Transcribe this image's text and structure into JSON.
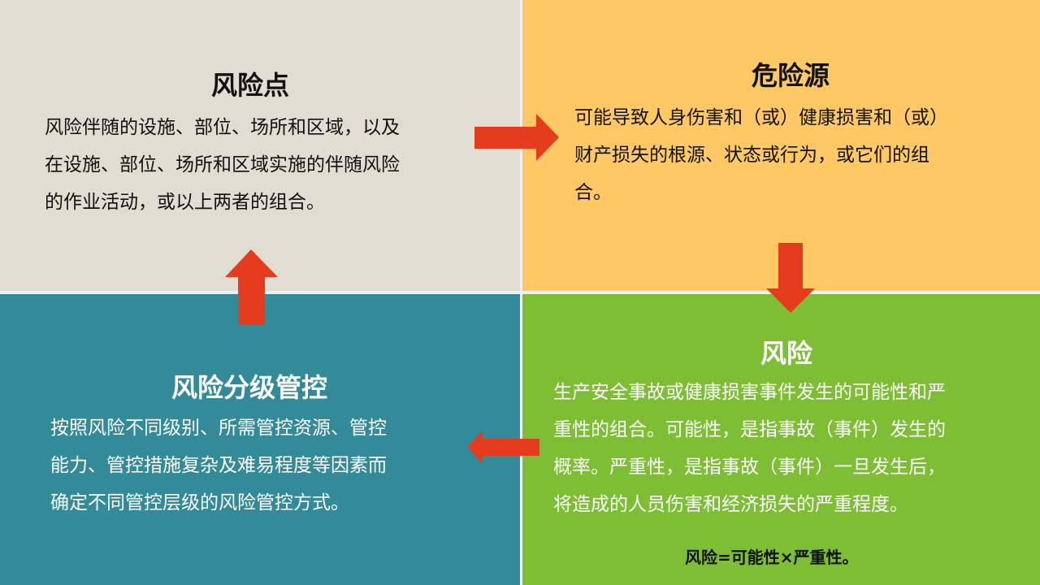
{
  "colors": {
    "risk_point_bg": "#E2DDD3",
    "hazard_source_bg": "#FEC965",
    "risk_control_bg": "#338A99",
    "risk_bg": "#7DBE35",
    "arrow": "#E63C1E",
    "gap": "#F0F0F0"
  },
  "quadrants": {
    "risk_point": {
      "title": "风险点",
      "lines": [
        "风险伴随的设施、部位、场所和区域，以及",
        "在设施、部位、场所和区域实施的伴随风险",
        "的作业活动，或以上两者的组合。"
      ]
    },
    "hazard_source": {
      "title": "危险源",
      "lines": [
        "可能导致人身伤害和（或）健康损害和（或）",
        "财产损失的根源、状态或行为，或它们的组",
        "合。"
      ]
    },
    "risk": {
      "title": "风险",
      "lines": [
        "生产安全事故或健康损害事件发生的可能性和严",
        "重性的组合。可能性，是指事故（事件）发生的",
        "概率。严重性，是指事故（事件）一旦发生后，",
        "将造成的人员伤害和经济损失的严重程度。"
      ],
      "formula": "风险=可能性×严重性。"
    },
    "risk_control": {
      "title": "风险分级管控",
      "lines": [
        "按照风险不同级别、所需管控资源、管控",
        "能力、管控措施复杂及难易程度等因素而",
        "确定不同管控层级的风险管控方式。"
      ]
    }
  },
  "arrows": [
    {
      "name": "risk-point-to-hazard-source",
      "direction": "right"
    },
    {
      "name": "hazard-source-to-risk",
      "direction": "down"
    },
    {
      "name": "risk-to-risk-control",
      "direction": "left"
    },
    {
      "name": "risk-control-to-risk-point",
      "direction": "up"
    }
  ]
}
